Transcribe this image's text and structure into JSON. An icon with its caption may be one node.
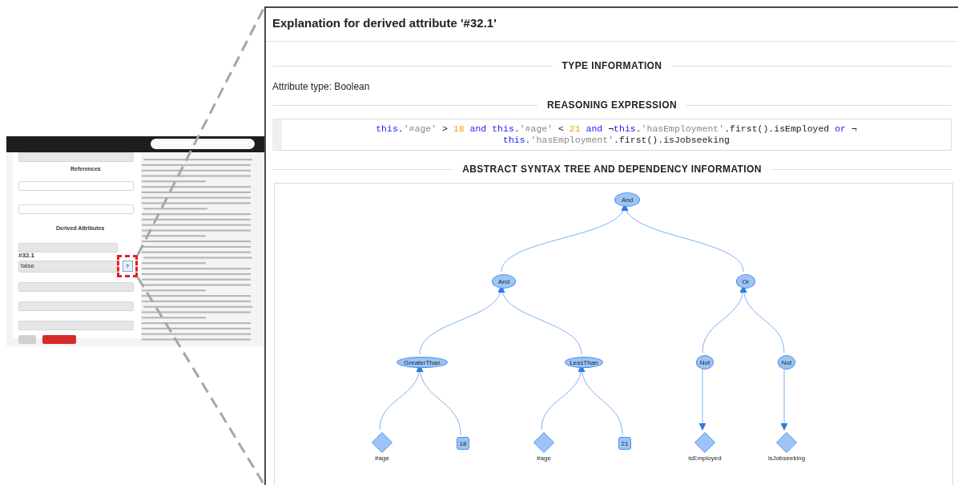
{
  "diagram": {
    "nodes": [
      {
        "text": [
          "References",
          "Derived Attributes",
          "#32.1",
          "false"
        ]
      },
      {
        "text": [
          "?"
        ],
        "in": 0
      },
      {
        "text": [
          "Explanation for derived attribute '#32.1'",
          "TYPE INFORMATION",
          "Attribute type: Boolean",
          "REASONING EXPRESSION",
          "this.'#age' > 18 and this.'#age' < 21 and ¬this.'hasEmployment'.first().isEmployed or ¬ this.'hasEmployment'.first().isJobseeking"
        ]
      },
      {
        "text": [
          "ABSTRACT SYNTAX TREE AND DEPENDENCY INFORMATION"
        ],
        "in": 2
      },
      {
        "text": [
          "And"
        ],
        "in": 3
      },
      {
        "text": [
          "And"
        ],
        "in": 3
      },
      {
        "text": [
          "Or"
        ],
        "in": 3
      },
      {
        "text": [
          "GreaterThan"
        ],
        "in": 3
      },
      {
        "text": [
          "LessThan"
        ],
        "in": 3
      },
      {
        "text": [
          "Not"
        ],
        "in": 3
      },
      {
        "text": [
          "Not"
        ],
        "in": 3
      },
      {
        "text": [
          "#age"
        ],
        "in": 3
      },
      {
        "text": [
          "18"
        ],
        "in": 3
      },
      {
        "text": [
          "#age"
        ],
        "in": 3
      },
      {
        "text": [
          "21"
        ],
        "in": 3
      },
      {
        "text": [
          "isEmployed"
        ],
        "in": 3
      },
      {
        "text": [
          "isJobseeking"
        ],
        "in": 3
      }
    ],
    "edges": [
      {
        "from": 1,
        "to": 2,
        "arrow": "none",
        "style": "dashed",
        "color": "#a6a6a6"
      },
      {
        "from": 1,
        "to": 2,
        "arrow": "none",
        "style": "dashed",
        "color": "#a6a6a6"
      },
      {
        "from": 5,
        "to": 4,
        "arrow": "to"
      },
      {
        "from": 6,
        "to": 4,
        "arrow": "to"
      },
      {
        "from": 7,
        "to": 5,
        "arrow": "to"
      },
      {
        "from": 8,
        "to": 5,
        "arrow": "to"
      },
      {
        "from": 9,
        "to": 6,
        "arrow": "to"
      },
      {
        "from": 10,
        "to": 6,
        "arrow": "to"
      },
      {
        "from": 11,
        "to": 7,
        "arrow": "to"
      },
      {
        "from": 12,
        "to": 7,
        "arrow": "to"
      },
      {
        "from": 13,
        "to": 8,
        "arrow": "to"
      },
      {
        "from": 14,
        "to": 8,
        "arrow": "to"
      },
      {
        "from": 9,
        "to": 15,
        "arrow": "to"
      },
      {
        "from": 10,
        "to": 16,
        "arrow": "to"
      }
    ]
  }
}
